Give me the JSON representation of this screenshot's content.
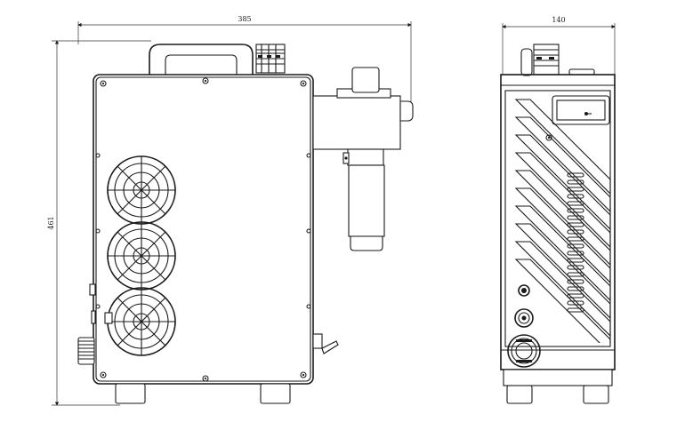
{
  "dimensions": {
    "width_side": "385",
    "height": "461",
    "width_front": "140"
  },
  "colors": {
    "line": "#1a1a1a",
    "background": "#ffffff"
  }
}
